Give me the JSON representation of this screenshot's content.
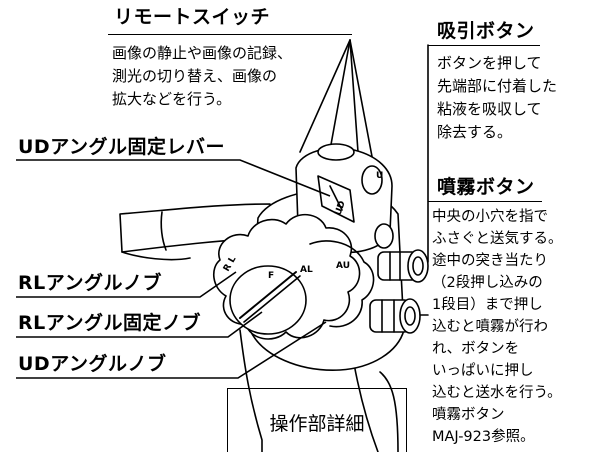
{
  "labels": {
    "remote_switch": {
      "title": "リモートスイッチ",
      "lines": [
        "画像の静止や画像の記録、",
        "測光の切り替え、画像の",
        "拡大などを行う。"
      ]
    },
    "suction_button": {
      "title": "吸引ボタン",
      "lines": [
        "ボタンを押して",
        "先端部に付着した",
        "粘液を吸収して",
        "除去する。"
      ]
    },
    "spray_button": {
      "title": "噴霧ボタン",
      "lines": [
        "中央の小穴を指で",
        "ふさぐと送気する。",
        "途中の突き当たり",
        "（2段押し込みの",
        "1段目）まで押し",
        "込むと噴霧が行わ",
        "れ、ボタンを",
        "いっぱいに押し",
        "込むと送水を行う。",
        "噴霧ボタン",
        "MAJ-923参照。"
      ]
    },
    "ud_lock_lever": "UDアングル固定レバー",
    "rl_knob": "RLアングルノブ",
    "rl_lock_knob": "RLアングル固定ノブ",
    "ud_knob": "UDアングルノブ"
  },
  "device_marks": {
    "ud": "UD",
    "al": "AL",
    "au": "AU",
    "rl": "R L",
    "f": "F",
    "u": "U"
  },
  "caption": "操作部詳細"
}
